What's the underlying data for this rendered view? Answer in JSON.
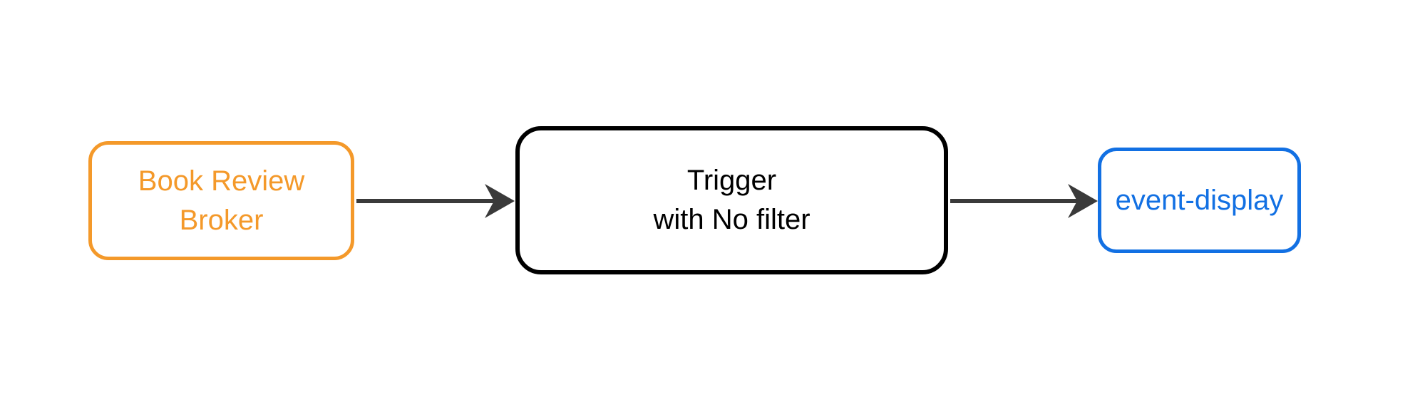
{
  "diagram": {
    "type": "flow-diagram",
    "background_color": "#ffffff",
    "nodes": [
      {
        "id": "book-review-broker",
        "lines": [
          "Book Review",
          "Broker"
        ],
        "label": "Book Review Broker",
        "color": "#F4992A",
        "shape": "rounded-rectangle"
      },
      {
        "id": "trigger",
        "lines": [
          "Trigger",
          "with No filter"
        ],
        "label": "Trigger with No filter",
        "color": "#000000",
        "shape": "rounded-rectangle"
      },
      {
        "id": "event-display",
        "lines": [
          "event-display"
        ],
        "label": "event-display",
        "color": "#1270E3",
        "shape": "rounded-rectangle"
      }
    ],
    "edges": [
      {
        "id": "broker-to-trigger",
        "from": "book-review-broker",
        "to": "trigger",
        "color": "#3A3A3A",
        "style": "solid",
        "arrowhead": "dart-right"
      },
      {
        "id": "trigger-to-event-display",
        "from": "trigger",
        "to": "event-display",
        "color": "#3A3A3A",
        "style": "solid",
        "arrowhead": "dart-right"
      }
    ]
  }
}
